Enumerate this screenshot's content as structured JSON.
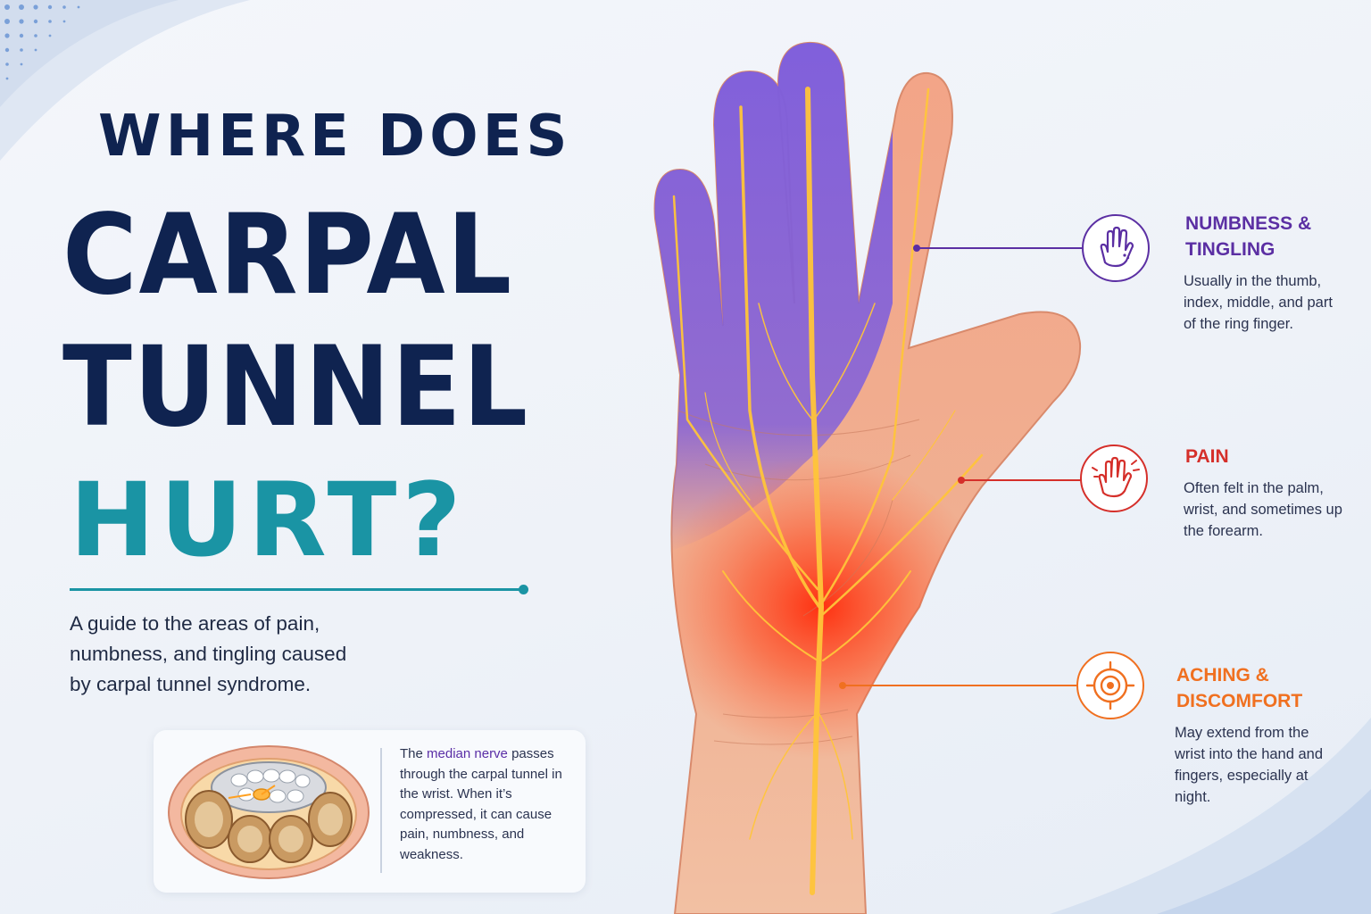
{
  "title": {
    "line1": "WHERE DOES",
    "line2": "CARPAL",
    "line3": "TUNNEL",
    "line4": "HURT?"
  },
  "subtitle": "A guide to the areas of pain, numbness, and tingling caused by carpal tunnel syndrome.",
  "info_card": {
    "text_before": "The ",
    "highlight": "median nerve",
    "text_after": " passes through the carpal tunnel in the wrist. When it’s compressed, it can cause pain, numbness, and weakness."
  },
  "callouts": [
    {
      "title": "NUMBNESS &\nTINGLING",
      "body": "Usually in the thumb, index, middle, and part of the ring finger.",
      "icon": "hand-tingling-icon",
      "color": "#5b2fa3"
    },
    {
      "title": "PAIN",
      "body": "Often felt in the palm, wrist, and sometimes up the forearm.",
      "icon": "hand-pain-icon",
      "color": "#d52f2a"
    },
    {
      "title": "ACHING &\nDISCOMFORT",
      "body": "May extend from the wrist into the hand and fingers, especially at night.",
      "icon": "target-icon",
      "color": "#f07020"
    }
  ],
  "colors": {
    "navy": "#0f2350",
    "teal": "#1a94a4",
    "purple": "#5b2fa3",
    "red": "#d52f2a",
    "orange": "#f07020",
    "numbness_zone": "#7a5ce0",
    "pain_zone": "#ff3a1a",
    "nerve": "#ffc53a"
  }
}
